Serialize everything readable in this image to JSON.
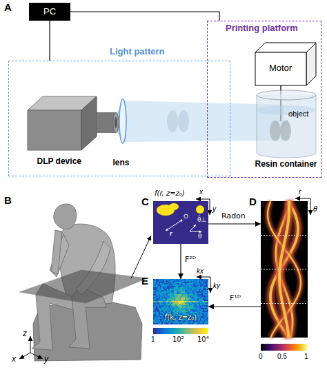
{
  "diagram": {
    "nodes": [
      {
        "text": [
          "PC"
        ]
      },
      {
        "text": [
          "Light pattern"
        ]
      },
      {
        "text": [
          "DLP device"
        ],
        "in": 1
      },
      {
        "text": [
          "lens"
        ],
        "in": 1
      },
      {
        "text": [
          "Printing platform"
        ]
      },
      {
        "text": [
          "Motor"
        ],
        "in": 4
      },
      {
        "text": [
          "Resin container"
        ],
        "in": 4
      },
      {
        "text": [
          "C",
          "f(r, z=z₀)"
        ]
      },
      {
        "text": [
          "D"
        ]
      },
      {
        "text": [
          "E",
          "f̃(k, z=z₀)"
        ]
      }
    ],
    "edges": [
      {
        "from": 0,
        "to": 1,
        "arrow": "none"
      },
      {
        "from": 0,
        "to": 4,
        "arrow": "none"
      },
      {
        "from": 7,
        "to": 8,
        "label": "Radon",
        "arrow": "to"
      },
      {
        "from": 7,
        "to": 9,
        "label": "F²ᴰ",
        "arrow": "to"
      },
      {
        "from": 8,
        "to": 9,
        "label": "F¹ᴰ",
        "arrow": "to"
      }
    ],
    "labels": [
      "A",
      "B",
      "x",
      "y",
      "O",
      "r",
      "θ̂",
      "θ̂⊥",
      "r",
      "θ",
      "0",
      "0.5",
      "1",
      "kx",
      "ky",
      "1",
      "10²",
      "10⁴",
      "object",
      "z",
      "x",
      "y"
    ]
  }
}
